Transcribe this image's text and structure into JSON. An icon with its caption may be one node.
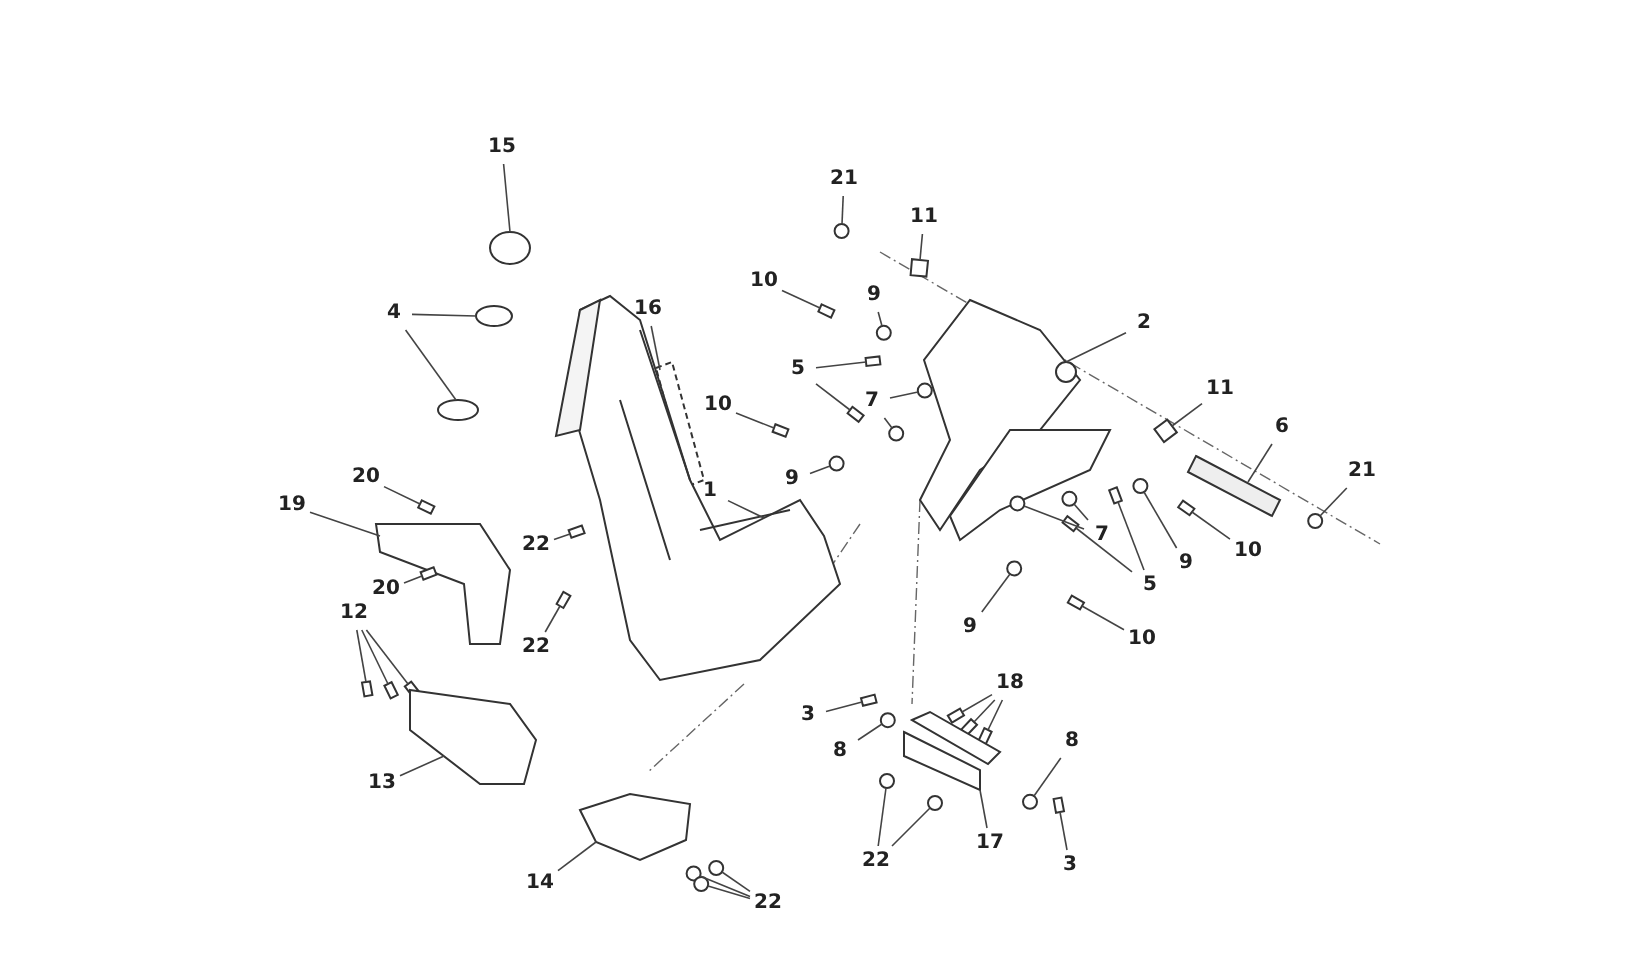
{
  "diagram": {
    "nodes": [
      {
        "text": [
          "15"
        ]
      },
      {
        "text": [
          "4"
        ]
      },
      {
        "text": [
          "16"
        ]
      },
      {
        "text": [
          "21"
        ]
      },
      {
        "text": [
          "11"
        ]
      },
      {
        "text": [
          "10"
        ]
      },
      {
        "text": [
          "9"
        ]
      },
      {
        "text": [
          "2"
        ]
      },
      {
        "text": [
          "5"
        ]
      },
      {
        "text": [
          "7"
        ]
      },
      {
        "text": [
          "11"
        ]
      },
      {
        "text": [
          "6"
        ]
      },
      {
        "text": [
          "10"
        ]
      },
      {
        "text": [
          "9"
        ]
      },
      {
        "text": [
          "1"
        ]
      },
      {
        "text": [
          "21"
        ]
      },
      {
        "text": [
          "20"
        ]
      },
      {
        "text": [
          "19"
        ]
      },
      {
        "text": [
          "22"
        ]
      },
      {
        "text": [
          "7"
        ]
      },
      {
        "text": [
          "5"
        ]
      },
      {
        "text": [
          "9"
        ]
      },
      {
        "text": [
          "10"
        ]
      },
      {
        "text": [
          "20"
        ]
      },
      {
        "text": [
          "22"
        ]
      },
      {
        "text": [
          "12"
        ]
      },
      {
        "text": [
          "9"
        ]
      },
      {
        "text": [
          "10"
        ]
      },
      {
        "text": [
          "3"
        ]
      },
      {
        "text": [
          "18"
        ]
      },
      {
        "text": [
          "8"
        ]
      },
      {
        "text": [
          "13"
        ]
      },
      {
        "text": [
          "8"
        ]
      },
      {
        "text": [
          "17"
        ]
      },
      {
        "text": [
          "14"
        ]
      },
      {
        "text": [
          "3"
        ]
      },
      {
        "text": [
          "22"
        ]
      },
      {
        "text": [
          "22"
        ]
      },
      {
        "text": [],
        "shape": "circle"
      },
      {
        "text": [],
        "shape": "circle"
      },
      {
        "text": [],
        "shape": "circle"
      },
      {
        "text": [],
        "shape": "box"
      },
      {
        "text": [],
        "shape": "circle"
      },
      {
        "text": [],
        "shape": "box"
      },
      {
        "text": [],
        "shape": "box"
      },
      {
        "text": [],
        "shape": "circle"
      },
      {
        "text": [],
        "shape": "picture"
      },
      {
        "text": [],
        "shape": "box"
      },
      {
        "text": [],
        "shape": "box"
      },
      {
        "text": [],
        "shape": "circle"
      },
      {
        "text": [],
        "shape": "circle"
      },
      {
        "text": [],
        "shape": "box"
      },
      {
        "text": [],
        "shape": "box"
      },
      {
        "text": [],
        "shape": "box"
      },
      {
        "text": [],
        "shape": "circle"
      },
      {
        "text": [],
        "shape": "picture"
      },
      {
        "text": [],
        "shape": "circle"
      },
      {
        "text": [],
        "shape": "box"
      },
      {
        "text": [],
        "shape": "picture"
      },
      {
        "text": [],
        "shape": "box"
      },
      {
        "text": [],
        "shape": "circle"
      },
      {
        "text": [],
        "shape": "circle"
      },
      {
        "text": [],
        "shape": "box"
      },
      {
        "text": [],
        "shape": "box"
      },
      {
        "text": [],
        "shape": "circle"
      },
      {
        "text": [],
        "shape": "box"
      },
      {
        "text": [],
        "shape": "box"
      },
      {
        "text": [],
        "shape": "box"
      },
      {
        "text": [],
        "shape": "box"
      },
      {
        "text": [],
        "shape": "box"
      },
      {
        "text": [],
        "shape": "box"
      },
      {
        "text": [],
        "shape": "circle"
      },
      {
        "text": [],
        "shape": "box"
      },
      {
        "text": [],
        "shape": "box"
      },
      {
        "text": [],
        "shape": "box"
      },
      {
        "text": [],
        "shape": "box"
      },
      {
        "text": [],
        "shape": "box"
      },
      {
        "text": [],
        "shape": "circle"
      },
      {
        "text": [],
        "shape": "picture"
      },
      {
        "text": [],
        "shape": "circle"
      },
      {
        "text": [],
        "shape": "picture"
      },
      {
        "text": [],
        "shape": "picture"
      },
      {
        "text": [],
        "shape": "box"
      },
      {
        "text": [],
        "shape": "circle"
      },
      {
        "text": [],
        "shape": "circle"
      },
      {
        "text": [],
        "shape": "circle"
      },
      {
        "text": [],
        "shape": "circle"
      },
      {
        "text": [],
        "shape": "circle"
      }
    ],
    "edges": [
      {
        "from": 0,
        "to": 38,
        "arrow": "none"
      },
      {
        "from": 1,
        "to": 39,
        "arrow": "none"
      },
      {
        "from": 1,
        "to": 40,
        "arrow": "none"
      },
      {
        "from": 2,
        "to": 41,
        "arrow": "none"
      },
      {
        "from": 3,
        "to": 42,
        "arrow": "none"
      },
      {
        "from": 4,
        "to": 43,
        "arrow": "none"
      },
      {
        "from": 5,
        "to": 44,
        "arrow": "none"
      },
      {
        "from": 6,
        "to": 45,
        "arrow": "none"
      },
      {
        "from": 7,
        "to": 46,
        "arrow": "none"
      },
      {
        "from": 8,
        "to": 47,
        "arrow": "none"
      },
      {
        "from": 8,
        "to": 48,
        "arrow": "none"
      },
      {
        "from": 9,
        "to": 49,
        "arrow": "none"
      },
      {
        "from": 9,
        "to": 50,
        "arrow": "none"
      },
      {
        "from": 10,
        "to": 51,
        "arrow": "none"
      },
      {
        "from": 11,
        "to": 52,
        "arrow": "none"
      },
      {
        "from": 12,
        "to": 53,
        "arrow": "none"
      },
      {
        "from": 13,
        "to": 54,
        "arrow": "none"
      },
      {
        "from": 14,
        "to": 55,
        "arrow": "none"
      },
      {
        "from": 15,
        "to": 56,
        "arrow": "none"
      },
      {
        "from": 16,
        "to": 57,
        "arrow": "none"
      },
      {
        "from": 17,
        "to": 58,
        "arrow": "none"
      },
      {
        "from": 18,
        "to": 59,
        "arrow": "none"
      },
      {
        "from": 19,
        "to": 60,
        "arrow": "none"
      },
      {
        "from": 19,
        "to": 61,
        "arrow": "none"
      },
      {
        "from": 20,
        "to": 62,
        "arrow": "none"
      },
      {
        "from": 20,
        "to": 63,
        "arrow": "none"
      },
      {
        "from": 21,
        "to": 64,
        "arrow": "none"
      },
      {
        "from": 22,
        "to": 65,
        "arrow": "none"
      },
      {
        "from": 23,
        "to": 66,
        "arrow": "none"
      },
      {
        "from": 24,
        "to": 67,
        "arrow": "none"
      },
      {
        "from": 25,
        "to": 68,
        "arrow": "none"
      },
      {
        "from": 25,
        "to": 69,
        "arrow": "none"
      },
      {
        "from": 25,
        "to": 70,
        "arrow": "none"
      },
      {
        "from": 26,
        "to": 71,
        "arrow": "none"
      },
      {
        "from": 27,
        "to": 72,
        "arrow": "none"
      },
      {
        "from": 28,
        "to": 73,
        "arrow": "none"
      },
      {
        "from": 29,
        "to": 74,
        "arrow": "none"
      },
      {
        "from": 29,
        "to": 75,
        "arrow": "none"
      },
      {
        "from": 29,
        "to": 76,
        "arrow": "none"
      },
      {
        "from": 30,
        "to": 77,
        "arrow": "none"
      },
      {
        "from": 31,
        "to": 78,
        "arrow": "none"
      },
      {
        "from": 32,
        "to": 79,
        "arrow": "none"
      },
      {
        "from": 33,
        "to": 80,
        "arrow": "none"
      },
      {
        "from": 34,
        "to": 81,
        "arrow": "none"
      },
      {
        "from": 35,
        "to": 82,
        "arrow": "none"
      },
      {
        "from": 36,
        "to": 83,
        "arrow": "none"
      },
      {
        "from": 36,
        "to": 84,
        "arrow": "none"
      },
      {
        "from": 37,
        "to": 85,
        "arrow": "none"
      },
      {
        "from": 37,
        "to": 86,
        "arrow": "none"
      },
      {
        "from": 37,
        "to": 87,
        "arrow": "none"
      }
    ]
  }
}
